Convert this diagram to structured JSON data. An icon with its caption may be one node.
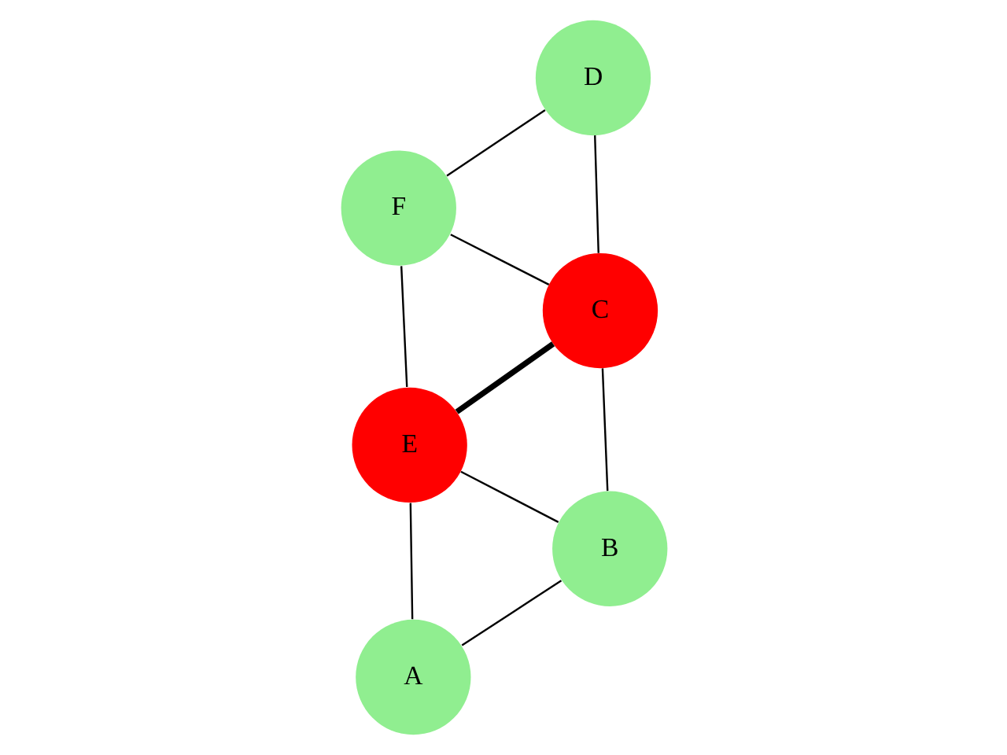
{
  "diagram": {
    "nodes": [
      {
        "text": [
          "D"
        ]
      },
      {
        "text": [
          "C"
        ]
      },
      {
        "text": [
          "B"
        ]
      },
      {
        "text": [
          "F"
        ]
      },
      {
        "text": [
          "E"
        ]
      },
      {
        "text": [
          "A"
        ]
      }
    ],
    "edges": [
      {
        "from": 0,
        "to": 1,
        "arrow": "none"
      },
      {
        "from": 0,
        "to": 3,
        "arrow": "none"
      },
      {
        "from": 1,
        "to": 3,
        "arrow": "none"
      },
      {
        "from": 1,
        "to": 2,
        "arrow": "none"
      },
      {
        "from": 1,
        "to": 4,
        "arrow": "none",
        "style": "thick"
      },
      {
        "from": 2,
        "to": 4,
        "arrow": "none"
      },
      {
        "from": 2,
        "to": 5,
        "arrow": "none"
      },
      {
        "from": 3,
        "to": 4,
        "arrow": "none"
      },
      {
        "from": 4,
        "to": 5,
        "arrow": "none"
      }
    ]
  }
}
